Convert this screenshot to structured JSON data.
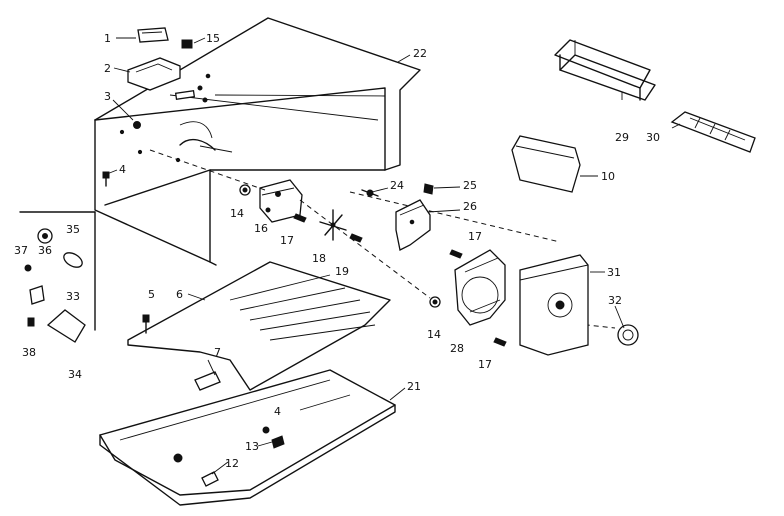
{
  "diagram": {
    "part_labels": {
      "p1": "1",
      "p2": "2",
      "p3": "3",
      "p4a": "4",
      "p4b": "4",
      "p5": "5",
      "p6": "6",
      "p7": "7",
      "p10": "10",
      "p12": "12",
      "p13": "13",
      "p14a": "14",
      "p14b": "14",
      "p15": "15",
      "p16": "16",
      "p17a": "17",
      "p17b": "17",
      "p17c": "17",
      "p18": "18",
      "p19": "19",
      "p21": "21",
      "p22": "22",
      "p24": "24",
      "p25": "25",
      "p26": "26",
      "p28": "28",
      "p29": "29",
      "p30": "30",
      "p31": "31",
      "p32": "32",
      "p33": "33",
      "p34": "34",
      "p35": "35",
      "p36": "36",
      "p37": "37",
      "p38": "38"
    }
  }
}
